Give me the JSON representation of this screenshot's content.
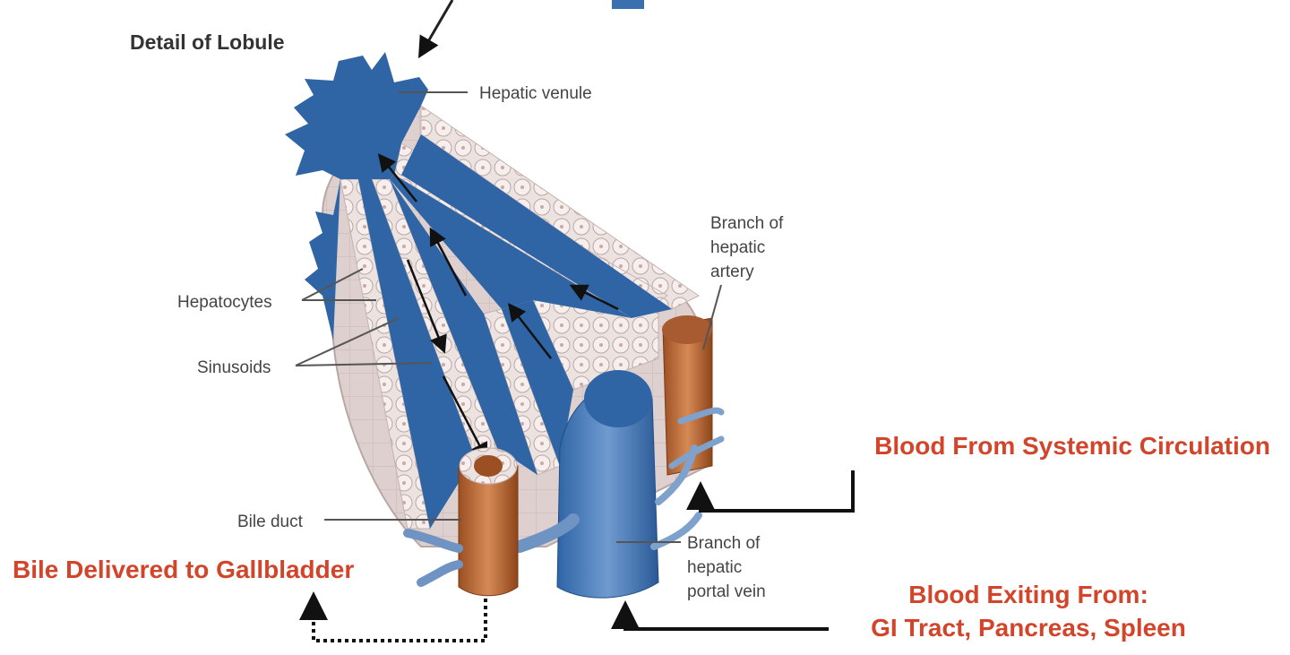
{
  "title": "Detail of Lobule",
  "labels": {
    "hepatic_venule": "Hepatic venule",
    "branch_artery": [
      "Branch of",
      "hepatic",
      "artery"
    ],
    "hepatocytes": "Hepatocytes",
    "sinusoids": "Sinusoids",
    "bile_duct": "Bile duct",
    "branch_portal": [
      "Branch of",
      "hepatic",
      "portal vein"
    ]
  },
  "annotations": {
    "systemic": "Blood From Systemic Circulation",
    "exiting_line1": "Blood Exiting From:",
    "exiting_line2": "GI Tract, Pancreas, Spleen",
    "bile": "Bile Delivered to Gallbladder"
  },
  "colors": {
    "blood_blue": "#2f65a5",
    "hepatocyte_pink": "#ece2e0",
    "cell_outline": "#b9a7a4",
    "duct_brown": "#c0703a",
    "annotation_red": "#d2452a"
  }
}
